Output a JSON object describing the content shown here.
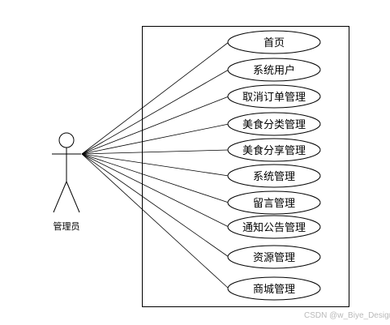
{
  "actor": {
    "label": "管理员"
  },
  "use_cases": [
    "首页",
    "系统用户",
    "取消订单管理",
    "美食分类管理",
    "美食分享管理",
    "系统管理",
    "留言管理",
    "通知公告管理",
    "资源管理",
    "商城管理"
  ],
  "watermark": "CSDN @w_Biye_Desigr"
}
